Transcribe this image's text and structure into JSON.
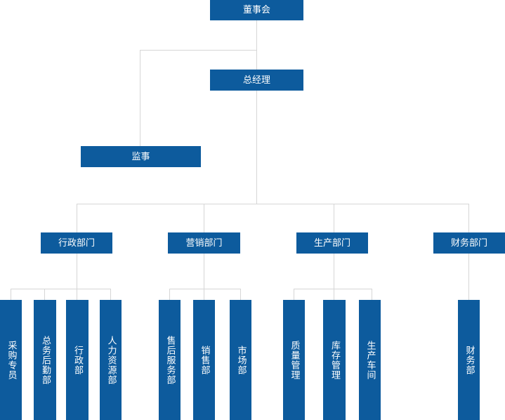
{
  "nodes": {
    "board": "董事会",
    "gm": "总经理",
    "supervisor": "监事",
    "dept_admin": "行政部门",
    "dept_sales": "营销部门",
    "dept_production": "生产部门",
    "dept_finance": "财务部门",
    "admin_purchasing": "采购专员",
    "admin_logistics": "总务后勤部",
    "admin_office": "行政部",
    "admin_hr": "人力资源部",
    "sales_aftersales": "售后服务部",
    "sales_sales": "销售部",
    "sales_market": "市场部",
    "prod_quality": "质量管理",
    "prod_inventory": "库存管理",
    "prod_workshop": "生产车间",
    "fin_finance": "财务部"
  },
  "colors": {
    "box_fill": "#0d5b9d",
    "box_text": "#ffffff",
    "connector": "#d6d6d6"
  }
}
